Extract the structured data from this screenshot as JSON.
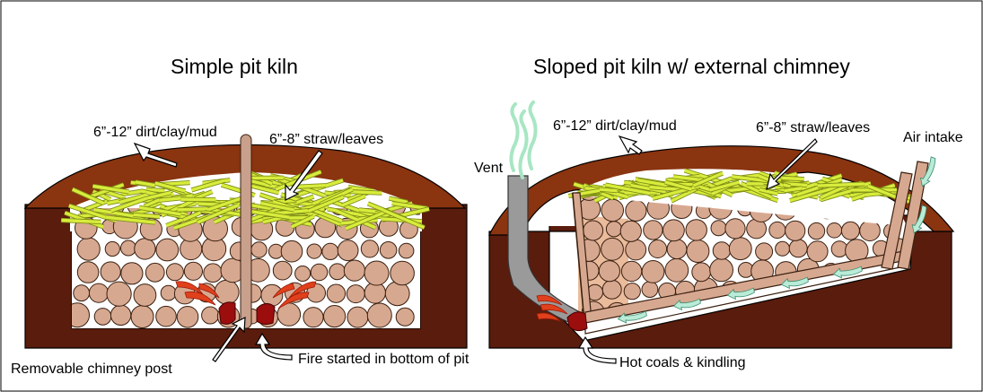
{
  "left": {
    "title": "Simple pit kiln",
    "label_dirt": "6”-12” dirt/clay/mud",
    "label_straw": "6”-8” straw/leaves",
    "label_chimney_post": "Removable chimney post",
    "label_fire": "Fire started in bottom of pit"
  },
  "right": {
    "title": "Sloped pit kiln w/ external chimney",
    "label_dirt": "6”-12” dirt/clay/mud",
    "label_straw": "6”-8” straw/leaves",
    "label_vent": "Vent",
    "label_air": "Air intake",
    "label_coals": "Hot coals & kindling"
  },
  "colors": {
    "earth": "#5a1c0c",
    "mound": "#8a3410",
    "straw": "#d8ec3c",
    "straw_edge": "#7f8f16",
    "pot": "#d7a890",
    "pot_edge": "#3a2010",
    "fire": "#e0401c",
    "coals": "#9c0e0e",
    "post": "#c9a08c",
    "chimney": "#9a9a9a",
    "air": "#b9ecd8",
    "air_edge": "#3a8a6c",
    "vent_smoke": "#a8e6c4"
  }
}
